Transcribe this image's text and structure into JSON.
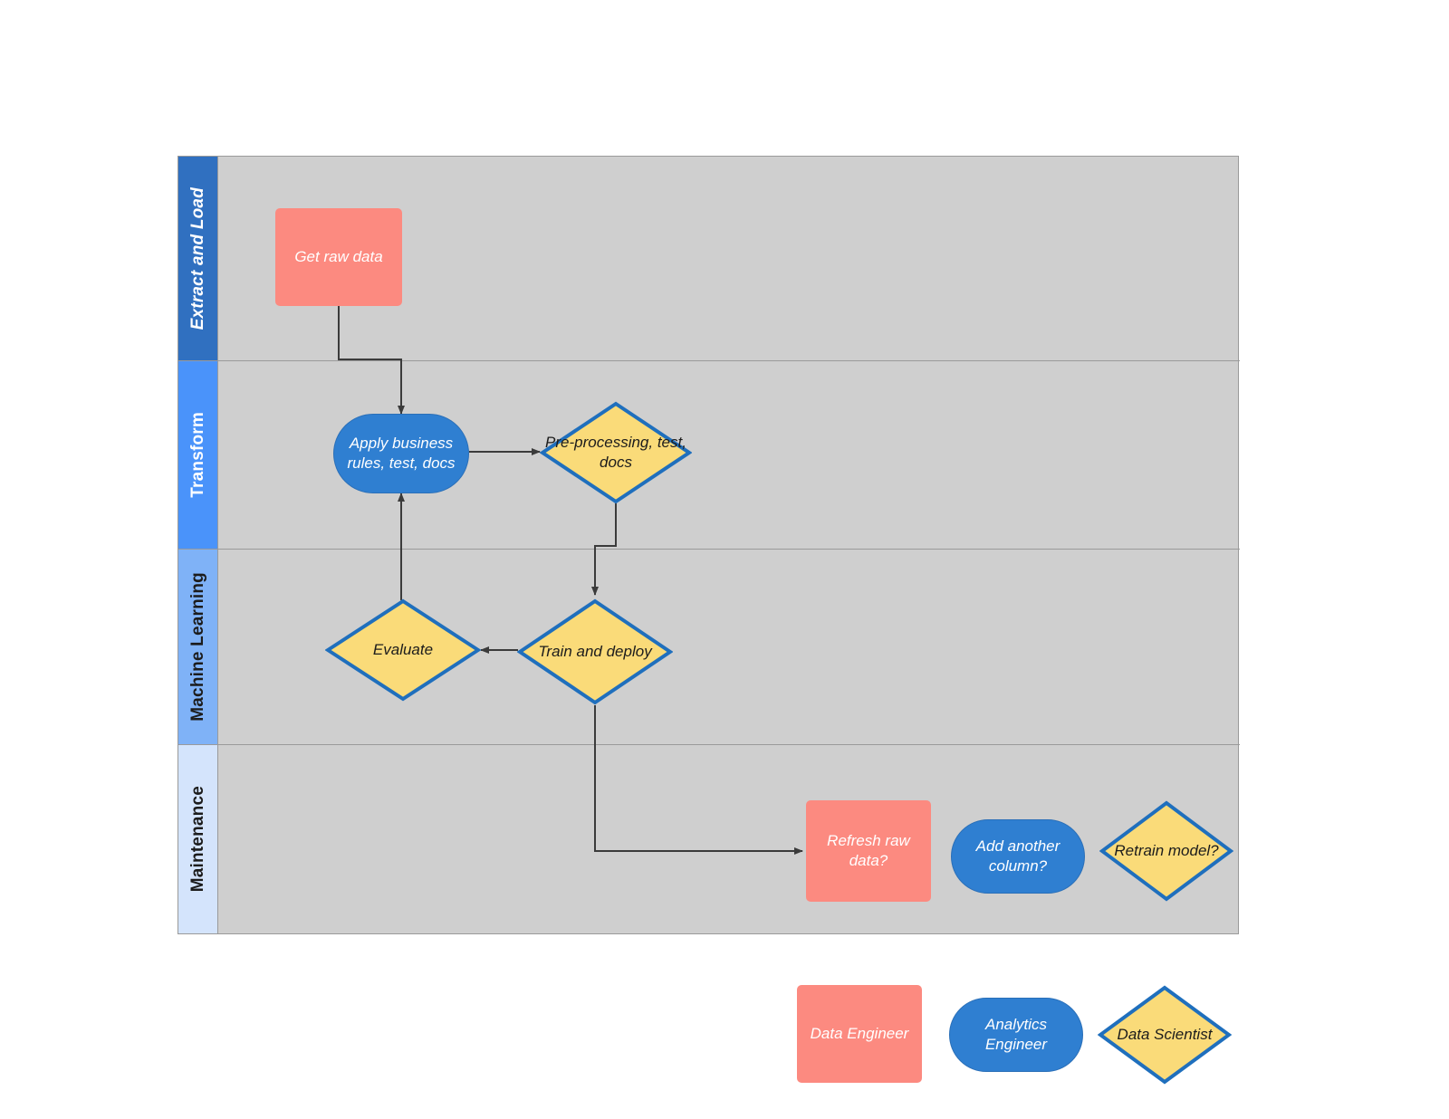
{
  "diagram": {
    "title": "Data and ML workflow swimlane",
    "type": "swimlane-flowchart",
    "colors": {
      "lane_fill": "#cfcfcf",
      "lane_border": "#9a9a9a",
      "data_engineer": "#fc8a80",
      "analytics_engineer": "#2f7fd1",
      "data_scientist_fill": "#fadb79",
      "data_scientist_stroke": "#1f6fbd",
      "connector": "#3b3b3b"
    }
  },
  "lanes": [
    {
      "id": "extract-and-load",
      "label": "Extract and Load",
      "header_bg": "#3070c0",
      "header_fg": "#ffffff",
      "header_italic": true
    },
    {
      "id": "transform",
      "label": "Transform",
      "header_bg": "#4a93fa",
      "header_fg": "#ffffff",
      "header_italic": false
    },
    {
      "id": "machine-learning",
      "label": "Machine Learning",
      "header_bg": "#7fb2f7",
      "header_fg": "#1c1c1c",
      "header_italic": false
    },
    {
      "id": "maintenance",
      "label": "Maintenance",
      "header_bg": "#d4e4fc",
      "header_fg": "#1c1c1c",
      "header_italic": false
    }
  ],
  "nodes": [
    {
      "id": "get-raw-data",
      "label": "Get raw data",
      "shape": "rect",
      "role": "Data Engineer",
      "lane": "extract-and-load"
    },
    {
      "id": "apply-rules",
      "label": "Apply business rules, test, docs",
      "shape": "stadium",
      "role": "Analytics Engineer",
      "lane": "transform"
    },
    {
      "id": "pre-processing",
      "label": "Pre-processing, test, docs",
      "shape": "diamond",
      "role": "Data Scientist",
      "lane": "transform"
    },
    {
      "id": "evaluate",
      "label": "Evaluate",
      "shape": "diamond",
      "role": "Data Scientist",
      "lane": "machine-learning"
    },
    {
      "id": "train-and-deploy",
      "label": "Train and deploy",
      "shape": "diamond",
      "role": "Data Scientist",
      "lane": "machine-learning"
    },
    {
      "id": "refresh-raw-data",
      "label": "Refresh raw data?",
      "shape": "rect",
      "role": "Data Engineer",
      "lane": "maintenance"
    },
    {
      "id": "add-another-column",
      "label": "Add another column?",
      "shape": "stadium",
      "role": "Analytics Engineer",
      "lane": "maintenance"
    },
    {
      "id": "retrain-model",
      "label": "Retrain model?",
      "shape": "diamond",
      "role": "Data Scientist",
      "lane": "maintenance"
    }
  ],
  "edges": [
    {
      "from": "get-raw-data",
      "to": "apply-rules"
    },
    {
      "from": "apply-rules",
      "to": "pre-processing"
    },
    {
      "from": "pre-processing",
      "to": "train-and-deploy"
    },
    {
      "from": "train-and-deploy",
      "to": "evaluate"
    },
    {
      "from": "evaluate",
      "to": "apply-rules"
    },
    {
      "from": "train-and-deploy",
      "to": "refresh-raw-data"
    }
  ],
  "legend": {
    "items": [
      {
        "id": "data-engineer",
        "label": "Data Engineer",
        "shape": "rect"
      },
      {
        "id": "analytics-engineer",
        "label": "Analytics Engineer",
        "shape": "stadium"
      },
      {
        "id": "data-scientist",
        "label": "Data Scientist",
        "shape": "diamond"
      }
    ]
  }
}
